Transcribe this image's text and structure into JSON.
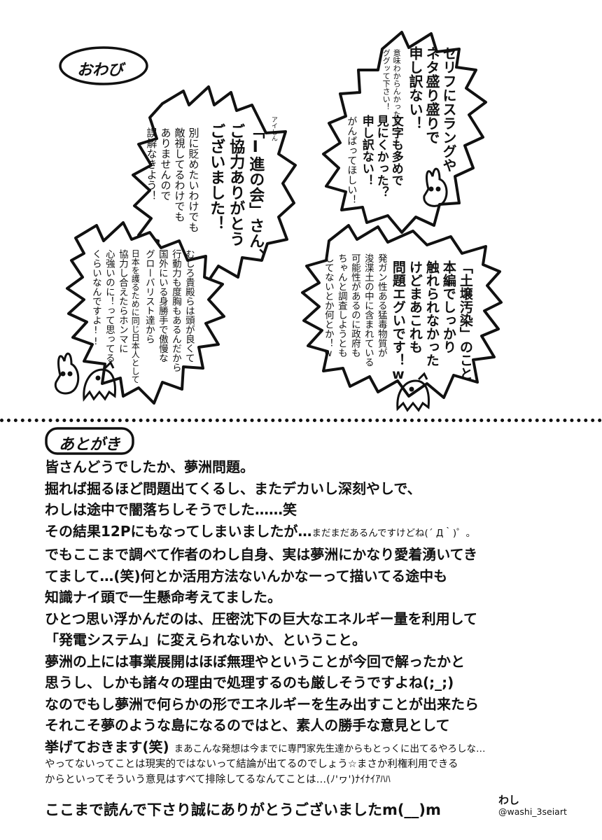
{
  "owabi": {
    "title": "おわび",
    "bubble_left": {
      "col1": "「I進の会」さん、",
      "col2": "ご協力ありがとう",
      "col3": "ございました！",
      "col4": "別に貶めたいわけでも",
      "col5": "敵視してるわけでも",
      "col6": "ありませんので",
      "col7": "誤解なきよう！",
      "ruby1": "アイしん",
      "ruby2": "かい"
    },
    "bubble_top_right": {
      "col1": "セリフにスラングや",
      "col2": "ネタ盛り盛りで",
      "col3": "申し訳ない！",
      "col4": "意味わからんかったら",
      "col5": "ググッて下さい！",
      "col6": "文字も多めで",
      "col7": "見にくかった？",
      "col8": "申し訳ない！",
      "col9": "がんばってほしい！"
    },
    "bubble_mid_right": {
      "col1": "「土壌汚染」のこと",
      "col2": "本編でしっかり",
      "col3": "触れられなかった",
      "col4": "けどまあこれも",
      "col5": "問題エグいです！w",
      "col6": "発ガン性ある猛毒物質が",
      "col7": "浚渫土の中に含まれている",
      "col8": "可能性があるのに政府も",
      "col9": "ちゃんと調査しようとも",
      "col10": "してないとか何とか！w"
    },
    "bubble_bottom_left": {
      "col1": "むしろ貴殿らは頭が良くて",
      "col2": "行動力も度胸もあるんだから",
      "col3": "国外にいる身勝手で傲慢な",
      "col4": "グローバリスト達から",
      "col5": "日本を護るために同じ日本人として",
      "col6": "協力し合えたらホンマに",
      "col7": "心強いのに！って思ってる",
      "col8": "くらいなんですよ!!"
    }
  },
  "atogaki": {
    "label": "あとがき",
    "l1": "皆さんどうでしたか、夢洲問題。",
    "l2": "掘れば掘るほど問題出てくるし、またデカいし深刻やしで、",
    "l3": "わしは途中で闇落ちしそうでした……笑",
    "l4": "その結果12Pにもなってしまいましたが…",
    "l4_aside": "まだまだあるんですけどね(´ Д｀)゜。",
    "l5": "でもここまで調べて作者のわし自身、実は夢洲にかなり愛着湧いてき",
    "l6": "てまして…(笑)何とか活用方法ないんかなーって描いてる途中も",
    "l7": "知識ナイ頭で一生懸命考えてました。",
    "l8": "ひとつ思い浮かんだのは、圧密沈下の巨大なエネルギー量を利用して",
    "l9": "「発電システム」に変えられないか、ということ。",
    "l10": "夢洲の上には事業展開はほぼ無理やということが今回で解ったかと",
    "l11": "思うし、しかも諸々の理由で処理するのも厳しそうですよね(;_;)",
    "l12": "なのでもし夢洲で何らかの形でエネルギーを生み出すことが出来たら",
    "l13": "それこそ夢のような島になるのではと、素人の勝手な意見として",
    "l14": "挙げておきます(笑)",
    "l14_aside": "まあこんな発想は今までに専門家先生達からもとっくに出てるやろしな…",
    "note1": "やってないってことは現実的ではないって結論が出てるのでしょう☆まさか利権利用できる",
    "note2": "からといってそういう意見はすべて排除してるなんてことは…(ﾉ'ヮ')ﾅｲﾅｲｱﾊﾊ",
    "final": "ここまで読んで下さり誠にありがとうございましたm(__)m",
    "signature": "わし",
    "handle": "@washi_3seiart"
  }
}
